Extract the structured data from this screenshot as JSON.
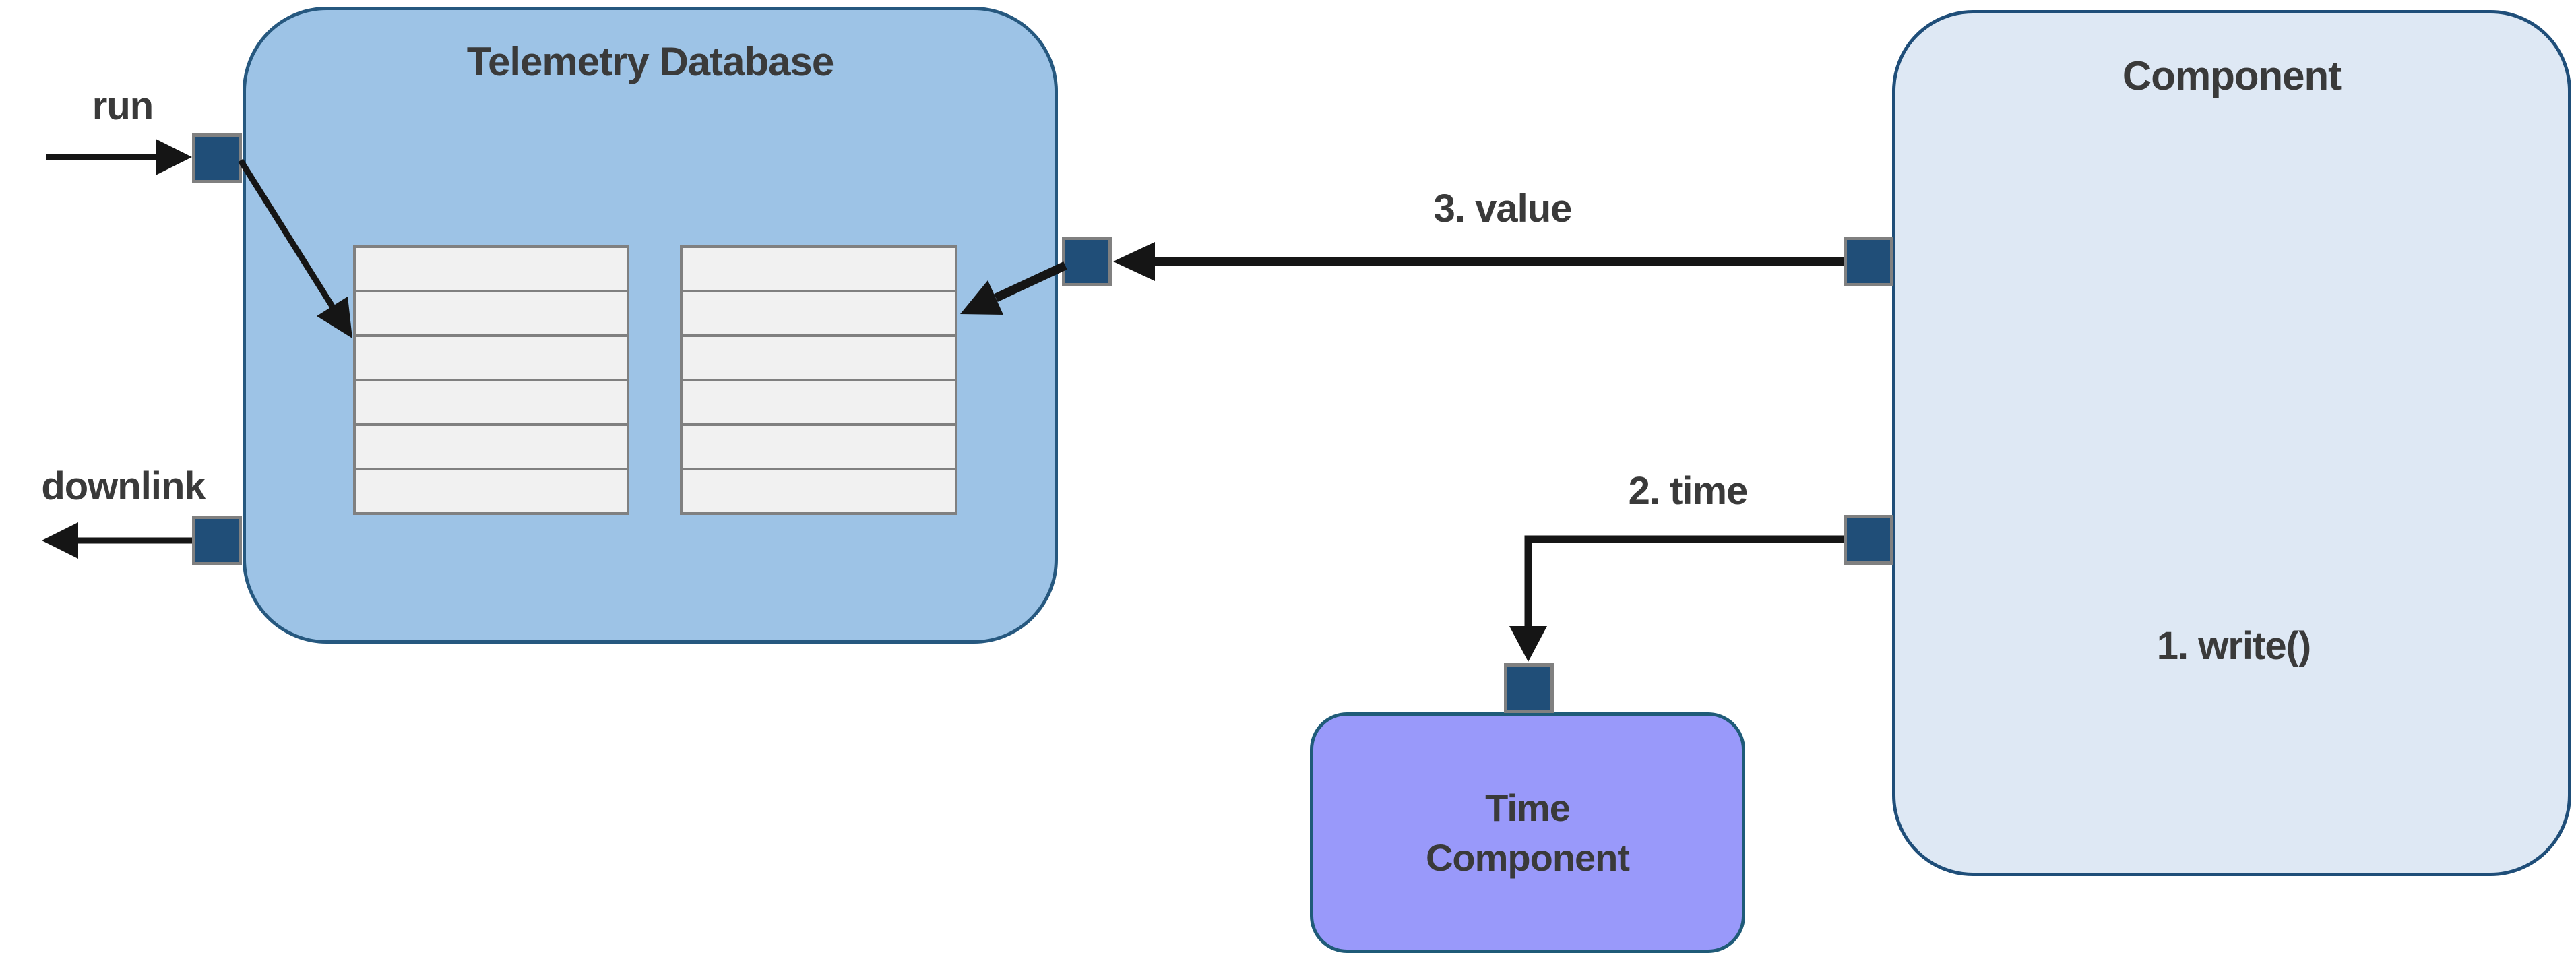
{
  "nodes": {
    "telemetry_database": {
      "title": "Telemetry Database"
    },
    "component": {
      "title": "Component",
      "annotation": "1. write()"
    },
    "time_component": {
      "title_line1": "Time",
      "title_line2": "Component"
    }
  },
  "tables": {
    "count": 2,
    "rows_per_table": 6
  },
  "labels": {
    "run": "run",
    "downlink": "downlink",
    "value": "3. value",
    "time": "2. time"
  },
  "colors": {
    "background": "#FFFFFF",
    "text": "#3A3A3A",
    "arrow": "#151515",
    "telemetry_fill": "#9DC3E6",
    "telemetry_border": "#26587F",
    "component_fill": "#DEE8F4",
    "component_border": "#1F4E79",
    "time_fill": "#9999FA",
    "time_border": "#1F5B78",
    "table_fill": "#F1F1F1",
    "table_border": "#808080",
    "port_fill": "#204E78",
    "port_border": "#808080"
  }
}
